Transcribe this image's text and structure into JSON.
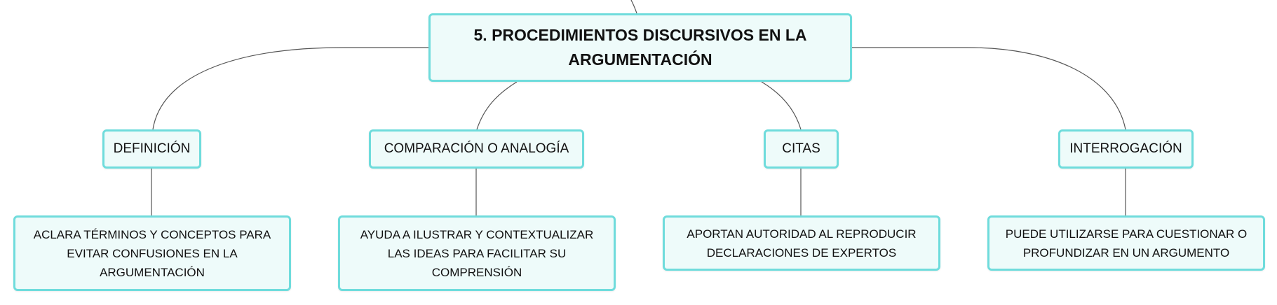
{
  "diagram": {
    "root": {
      "label": "5. PROCEDIMIENTOS DISCURSIVOS EN LA ARGUMENTACIÓN"
    },
    "branches": [
      {
        "label": "DEFINICIÓN",
        "detail": "ACLARA TÉRMINOS Y CONCEPTOS PARA EVITAR CONFUSIONES EN LA ARGUMENTACIÓN"
      },
      {
        "label": "COMPARACIÓN O ANALOGÍA",
        "detail": "AYUDA A ILUSTRAR Y CONTEXTUALIZAR LAS IDEAS PARA FACILITAR SU COMPRENSIÓN"
      },
      {
        "label": "CITAS",
        "detail": "APORTAN AUTORIDAD AL REPRODUCIR DECLARACIONES DE EXPERTOS"
      },
      {
        "label": "INTERROGACIÓN",
        "detail": "PUEDE UTILIZARSE PARA CUESTIONAR O PROFUNDIZAR EN UN ARGUMENTO"
      }
    ],
    "colors": {
      "node_fill": "#eefbfa",
      "node_border": "#6fdcdc",
      "connector": "#555555"
    }
  }
}
